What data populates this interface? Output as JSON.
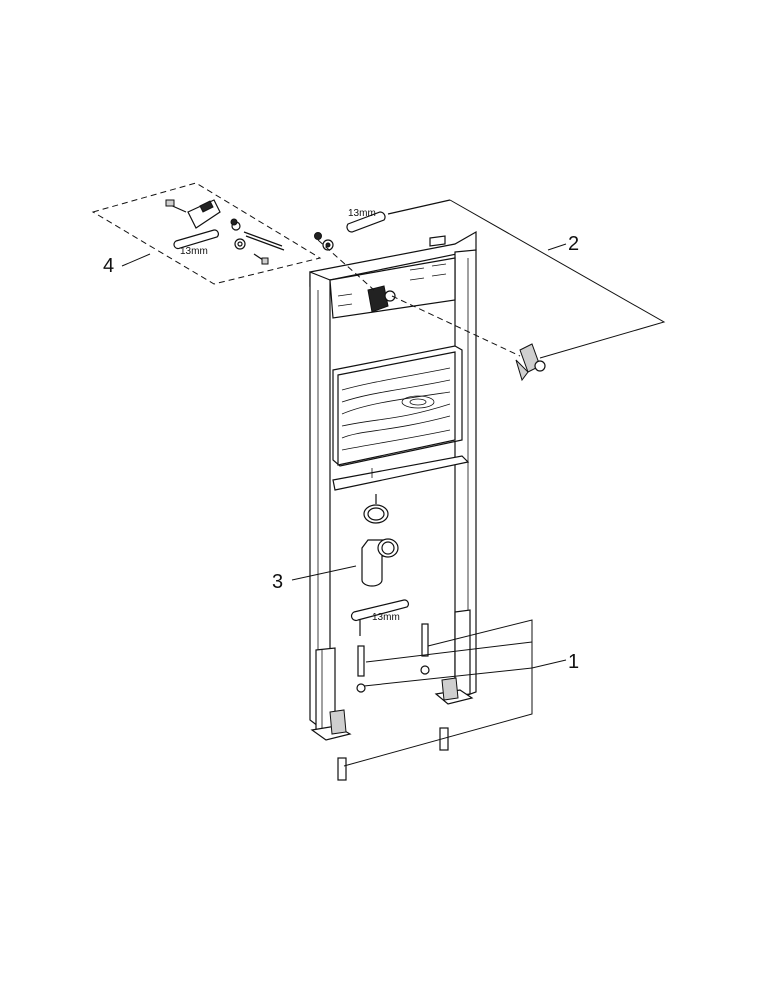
{
  "callouts": {
    "c1": "1",
    "c2": "2",
    "c3": "3",
    "c4": "4"
  },
  "wrench_labels": {
    "top": "13mm",
    "kit": "13mm",
    "bottom": "13mm"
  }
}
